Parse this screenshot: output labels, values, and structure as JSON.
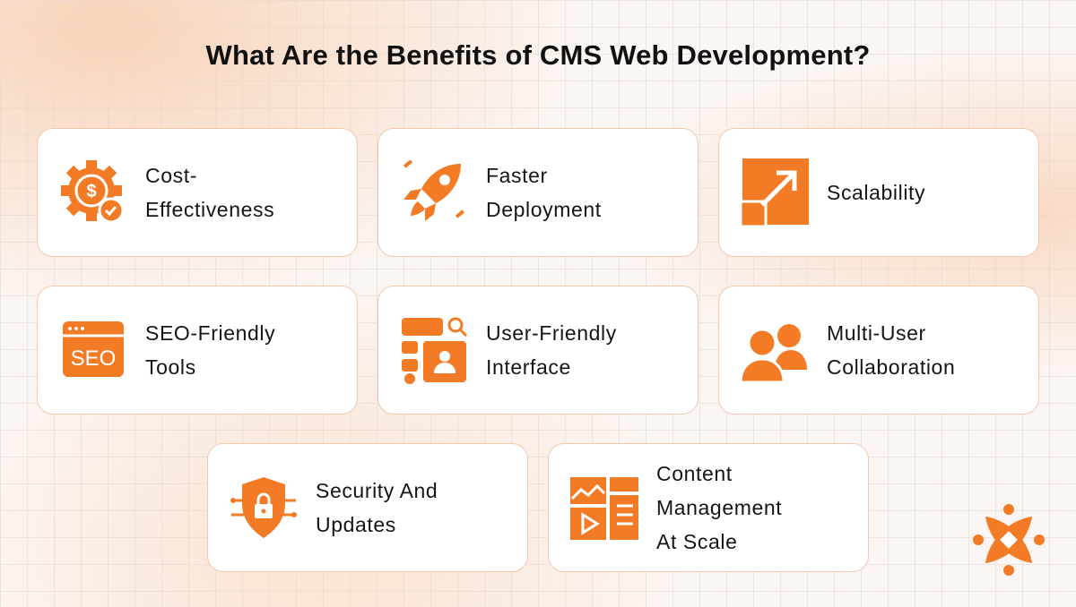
{
  "title": "What Are the Benefits of CMS Web Development?",
  "accent": "#F47B26",
  "cards": [
    {
      "line1": "Cost-",
      "line2": "Effectiveness",
      "icon": "gear-dollar-icon"
    },
    {
      "line1": "Faster",
      "line2": "Deployment",
      "icon": "rocket-icon"
    },
    {
      "line1": "Scalability",
      "icon": "scale-arrow-icon"
    },
    {
      "line1": "SEO-Friendly",
      "line2": "Tools",
      "icon": "seo-browser-icon"
    },
    {
      "line1": "User-Friendly",
      "line2": "Interface",
      "icon": "interface-icon"
    },
    {
      "line1": "Multi-User",
      "line2": "Collaboration",
      "icon": "users-icon"
    },
    {
      "line1": "Security And",
      "line2": "Updates",
      "icon": "shield-lock-icon"
    },
    {
      "line1": "Content",
      "line2": "Management",
      "line3": "At Scale",
      "icon": "content-layout-icon"
    }
  ]
}
